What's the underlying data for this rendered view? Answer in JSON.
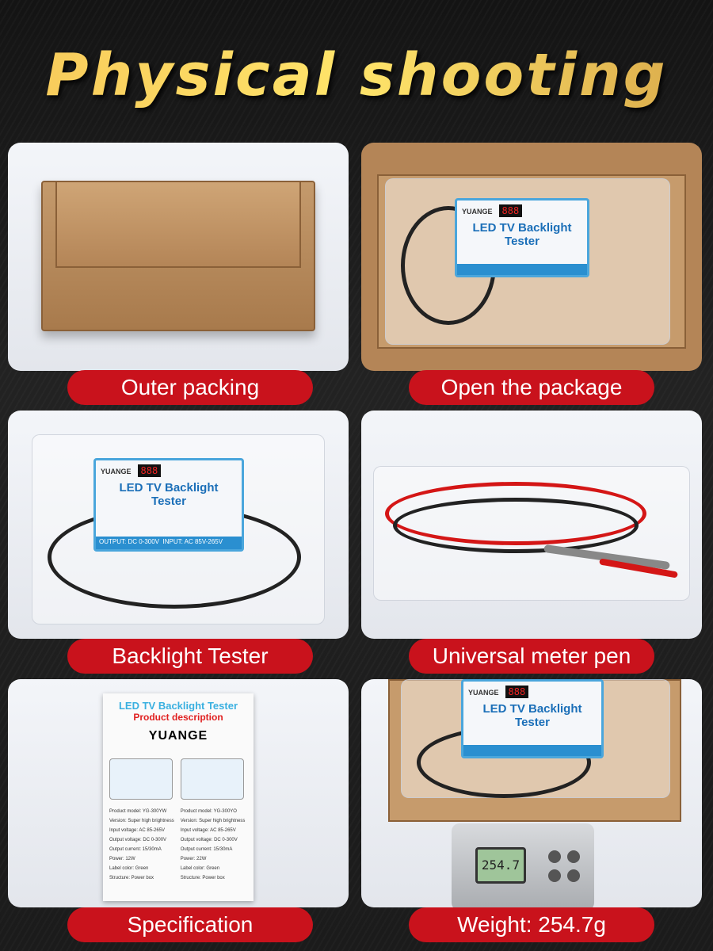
{
  "title": "Physical shooting",
  "panels": [
    {
      "label": "Outer packing"
    },
    {
      "label": "Open the package"
    },
    {
      "label": "Backlight Tester"
    },
    {
      "label": "Universal meter pen"
    },
    {
      "label": "Specification"
    },
    {
      "label": "Weight: 254.7g"
    }
  ],
  "product": {
    "brand": "YUANGE",
    "name": "LED TV Backlight Tester",
    "display": "888",
    "output": "OUTPUT: DC 0-300V",
    "input": "INPUT: AC 85V-265V"
  },
  "doc": {
    "heading": "LED TV Backlight Tester",
    "subheading": "Product description",
    "logo": "YUANGE",
    "left_specs": [
      "Product model: YG-300YW",
      "Version: Super high brightness",
      "Input voltage: AC 85-265V",
      "Output voltage: DC 0-300V",
      "Output current: 15/30mA",
      "Power: 12W",
      "Label color: Green",
      "Structure: Power box"
    ],
    "right_specs": [
      "Product model: YG-300YO",
      "Version: Super high brightness",
      "Input voltage: AC 85-265V",
      "Output voltage: DC 0-300V",
      "Output current: 15/30mA",
      "Power: 22W",
      "Label color: Green",
      "Structure: Power box"
    ]
  },
  "scale": {
    "reading": "254.7"
  },
  "colors": {
    "title_gold": "#ffd860",
    "label_red": "#c9121c"
  }
}
